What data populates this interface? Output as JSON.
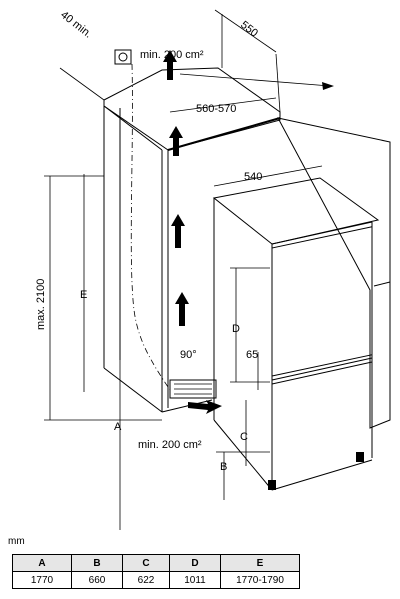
{
  "labels": {
    "depth_40": "40 min.",
    "vent_top": "min. 200 cm²",
    "depth_550": "550",
    "width_560_570": "560-570",
    "width_540": "540",
    "height_max": "max. 2100",
    "dim_E": "E",
    "dim_D": "D",
    "dim_65": "65",
    "angle": "90°",
    "vent_bottom": "min. 200 cm²",
    "dim_A": "A",
    "dim_C": "C",
    "dim_B": "B"
  },
  "table": {
    "unit": "mm",
    "headers": [
      "A",
      "B",
      "C",
      "D",
      "E"
    ],
    "values": [
      "1770",
      "660",
      "622",
      "1011",
      "1770-1790"
    ]
  }
}
